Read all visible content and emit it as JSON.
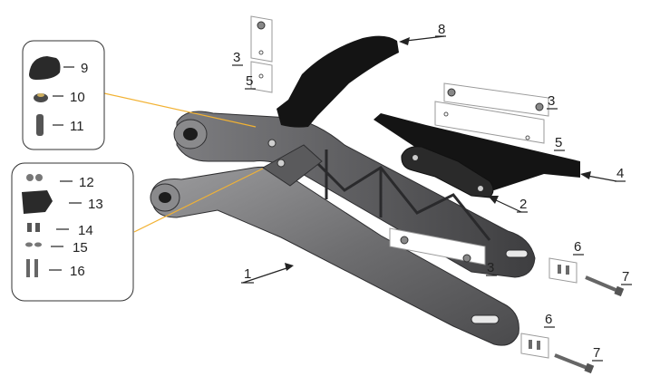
{
  "diagram": {
    "callouts": {
      "c1": "1",
      "c2": "2",
      "c3a": "3",
      "c3b": "3",
      "c3c": "3",
      "c4": "4",
      "c5a": "5",
      "c5b": "5",
      "c6a": "6",
      "c6b": "6",
      "c7a": "7",
      "c7b": "7",
      "c8": "8"
    },
    "inset_top": {
      "items": [
        "9",
        "10",
        "11"
      ]
    },
    "inset_bottom": {
      "items": [
        "12",
        "13",
        "14",
        "15",
        "16"
      ]
    },
    "colors": {
      "frame_dark": "#4a4a4c",
      "frame_mid": "#6e6e70",
      "frame_light": "#9c9c9e",
      "bracket_black": "#141414",
      "leader_orange": "#f2b233",
      "text": "#222222"
    }
  }
}
